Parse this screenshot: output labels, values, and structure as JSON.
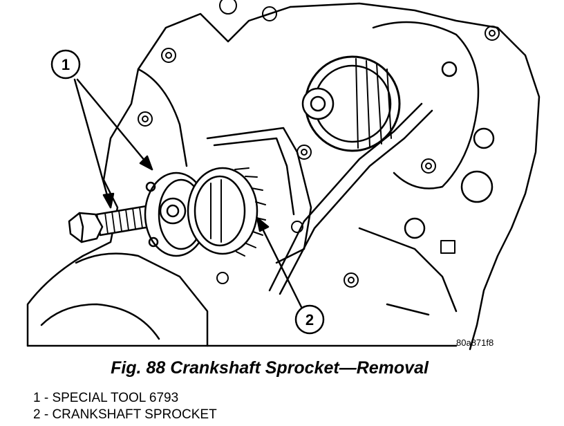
{
  "figure": {
    "caption": "Fig. 88 Crankshaft Sprocket—Removal",
    "image_code": "80a871f8",
    "callouts": [
      "1",
      "2"
    ]
  },
  "legend": [
    "1 - SPECIAL TOOL 6793",
    "2 - CRANKSHAFT SPROCKET"
  ]
}
